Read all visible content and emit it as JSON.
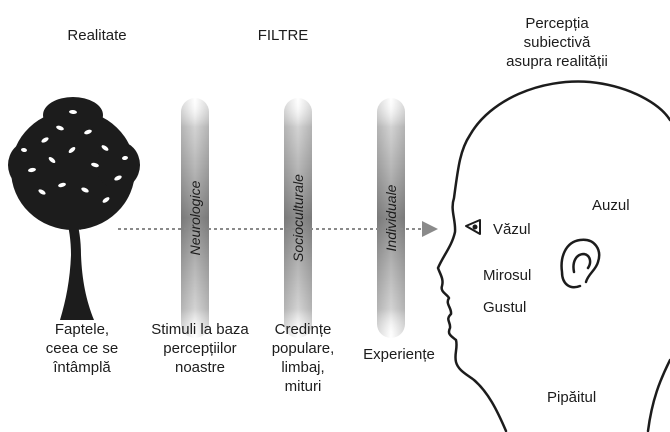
{
  "headers": {
    "reality": "Realitate",
    "filters": "FILTRE",
    "perception": [
      "Percepția",
      "subiectivă",
      "asupra realității"
    ]
  },
  "filters": [
    {
      "label": "Neurologice",
      "caption": [
        "Stimuli la baza",
        "percepțiilor",
        "noastre"
      ]
    },
    {
      "label": "Socioculturale",
      "caption": [
        "Credințe",
        "populare,",
        "limbaj,",
        "mituri"
      ]
    },
    {
      "label": "Individuale",
      "caption": [
        "Experiențe"
      ]
    }
  ],
  "reality_caption": [
    "Faptele,",
    "ceea ce se",
    "întâmplă"
  ],
  "senses": {
    "hearing": "Auzul",
    "sight": "Văzul",
    "smell": "Mirosul",
    "taste": "Gustul",
    "touch": "Pipăitul"
  },
  "colors": {
    "ink": "#1c1c1c",
    "filter_gray": "#9a9a9a",
    "arrow": "#8a8a8a"
  }
}
